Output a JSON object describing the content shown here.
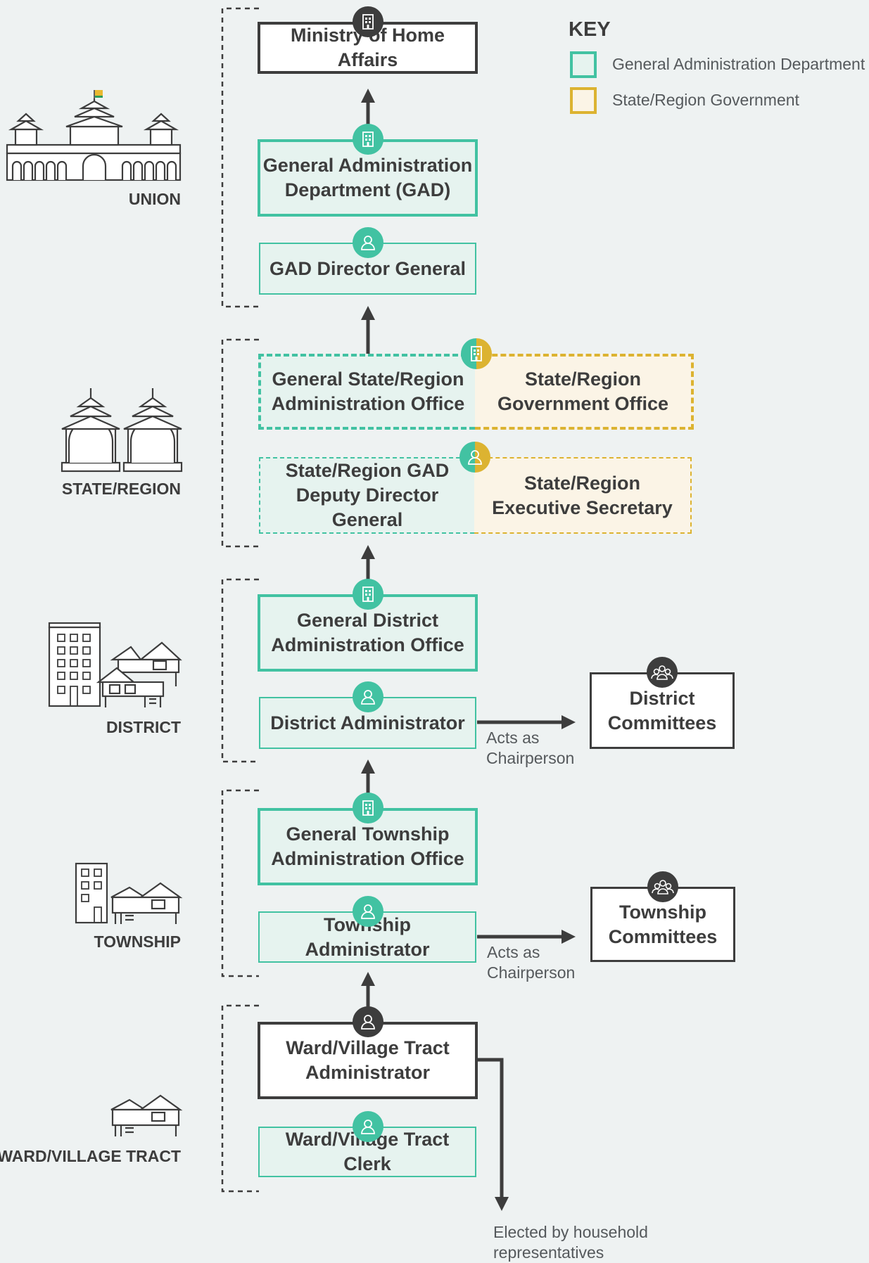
{
  "key": {
    "title": "KEY",
    "items": [
      {
        "label": "General Administration Department",
        "color": "#42c2a2"
      },
      {
        "label": "State/Region Government",
        "color": "#dcb331"
      }
    ]
  },
  "levels": {
    "union": "UNION",
    "state_region": "STATE/REGION",
    "district": "DISTRICT",
    "township": "TOWNSHIP",
    "ward_village_tract": "WARD/VILLAGE TRACT"
  },
  "boxes": {
    "ministry": "Ministry of Home Affairs",
    "gad": "General Administration\nDepartment (GAD)",
    "gad_director": "GAD Director General",
    "state_admin_office": "General State/Region\nAdministration Office",
    "state_gov_office": "State/Region\nGovernment Office",
    "state_deputy_dg": "State/Region GAD\nDeputy Director General",
    "state_exec_secretary": "State/Region\nExecutive Secretary",
    "district_office": "General District\nAdministration Office",
    "district_admin": "District Administrator",
    "district_committees": "District\nCommittees",
    "township_office": "General Township\nAdministration Office",
    "township_admin": "Township Administrator",
    "township_committees": "Township\nCommittees",
    "ward_admin": "Ward/Village Tract\nAdministrator",
    "ward_clerk": "Ward/Village Tract Clerk"
  },
  "notes": {
    "district_chair": "Acts as\nChairperson",
    "township_chair": "Acts as\nChairperson",
    "elected": "Elected by household\nrepresentatives"
  },
  "colors": {
    "teal": "#42c2a2",
    "gold": "#dcb331",
    "dark": "#3d3d3d",
    "background": "#eef2f2"
  },
  "icons": {
    "building": "office-building-icon",
    "person": "person-icon",
    "group": "group-icon"
  }
}
